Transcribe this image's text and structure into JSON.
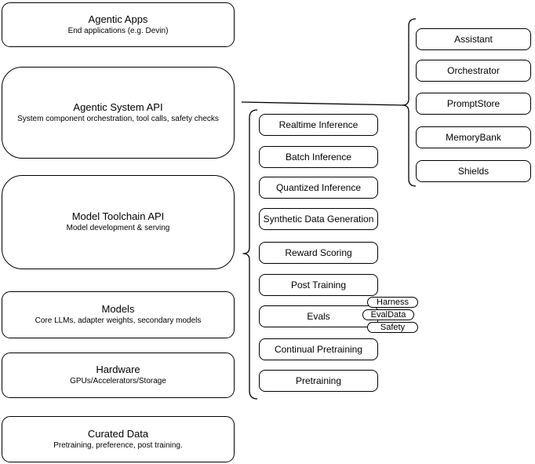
{
  "diagram": {
    "stack": [
      {
        "title": "Agentic Apps",
        "subtitle": "End applications (e.g. Devin)"
      },
      {
        "title": "Agentic System API",
        "subtitle": "System component orchestration, tool calls, safety checks"
      },
      {
        "title": "Model Toolchain API",
        "subtitle": "Model development & serving"
      },
      {
        "title": "Models",
        "subtitle": "Core LLMs, adapter weights, secondary models"
      },
      {
        "title": "Hardware",
        "subtitle": "GPUs/Accelerators/Storage"
      },
      {
        "title": "Curated Data",
        "subtitle": "Pretraining, preference, post training."
      }
    ],
    "toolchain_services": [
      "Realtime Inference",
      "Batch Inference",
      "Quantized Inference",
      "Synthetic Data Generation",
      "Reward Scoring",
      "Post Training",
      "Evals",
      "Continual Pretraining",
      "Pretraining"
    ],
    "system_components": [
      "Assistant",
      "Orchestrator",
      "PromptStore",
      "MemoryBank",
      "Shields"
    ],
    "eval_tags": [
      "Harness",
      "EvalData",
      "Safety"
    ],
    "colors": {
      "stroke": "#000000",
      "fill": "#ffffff",
      "background": "#ffffff"
    }
  }
}
